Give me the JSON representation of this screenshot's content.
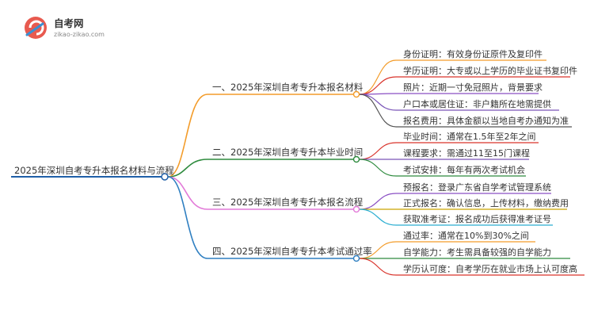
{
  "brand": {
    "name": "自考网",
    "site": "zikao-zikao.com",
    "logo_colors": [
      "#e85a4f",
      "#3b8fd1"
    ]
  },
  "root": {
    "label": "2025年深圳自考专升本报名材料与流程",
    "color": "#1f5fa8"
  },
  "branches": [
    {
      "label": "一、2025年深圳自考专升本报名材料",
      "color": "#f39c2a",
      "leaves": [
        {
          "label": "身份证明：有效身份证原件及复印件",
          "color": "#f39c2a"
        },
        {
          "label": "学历证明：大专或以上学历的毕业证书复印件",
          "color": "#d9332b"
        },
        {
          "label": "照片：近期一寸免冠照片，背景要求",
          "color": "#8a4fc4"
        },
        {
          "label": "户口本或居住证：非户籍所在地需提供",
          "color": "#7a55b8"
        },
        {
          "label": "报名费用：具体金额以当地自考办通知为准",
          "color": "#555555"
        }
      ]
    },
    {
      "label": "二、2025年深圳自考专升本毕业时间",
      "color": "#2e8b3e",
      "leaves": [
        {
          "label": "毕业时间：通常在1.5年至2年之间",
          "color": "#d9332b"
        },
        {
          "label": "课程要求：需通过11至15门课程",
          "color": "#7a55b8"
        },
        {
          "label": "考试安排：每年有两次考试机会",
          "color": "#2e8b3e"
        }
      ]
    },
    {
      "label": "三、2025年深圳自考专升本报名流程",
      "color": "#e27ad8",
      "leaves": [
        {
          "label": "预报名：登录广东省自学考试管理系统",
          "color": "#8a4fc4"
        },
        {
          "label": "正式报名：确认信息，上传材料，缴纳费用",
          "color": "#c9a400"
        },
        {
          "label": "获取准考证：报名成功后获得准考证号",
          "color": "#2aaed1"
        }
      ]
    },
    {
      "label": "四、2025年深圳自考专升本考试通过率",
      "color": "#2f7fc1",
      "leaves": [
        {
          "label": "通过率：通常在10%到30%之间",
          "color": "#f39c2a"
        },
        {
          "label": "自学能力：考生需具备较强的自学能力",
          "color": "#2e8b3e"
        },
        {
          "label": "学历认可度：自考学历在就业市场上认可度高",
          "color": "#d9332b"
        }
      ]
    }
  ]
}
